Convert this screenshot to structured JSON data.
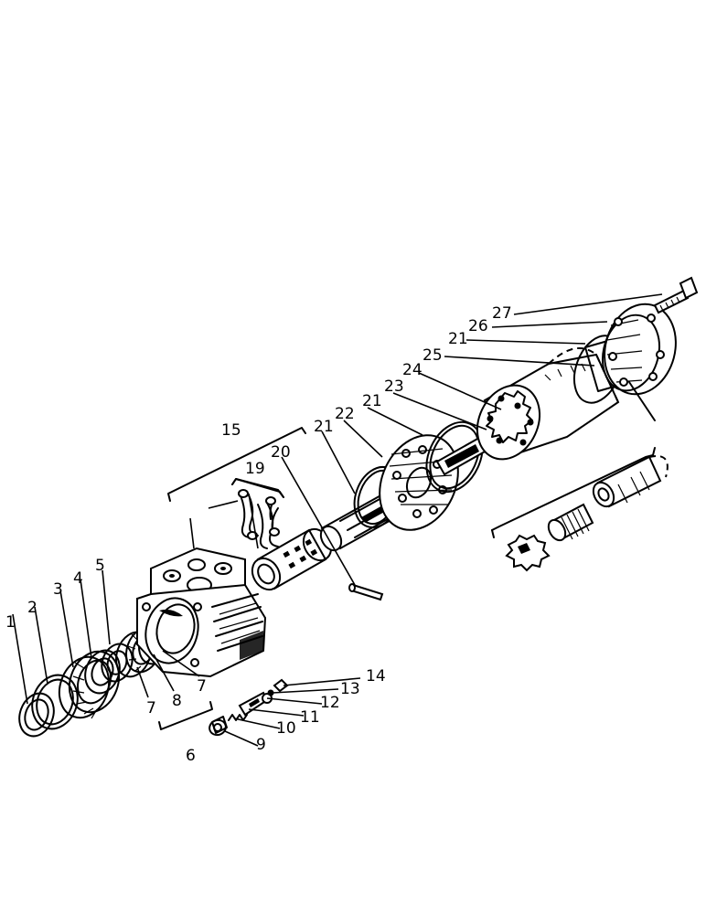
{
  "callouts": {
    "c1": "1",
    "c2": "2",
    "c3": "3",
    "c4": "4",
    "c5": "5",
    "c6": "6",
    "c7a": "7",
    "c7b": "7",
    "c8": "8",
    "c9": "9",
    "c10": "10",
    "c11": "11",
    "c12": "12",
    "c13": "13",
    "c14": "14",
    "c15": "15",
    "c19": "19",
    "c20": "20",
    "c21a": "21",
    "c21b": "21",
    "c21c": "21",
    "c22": "22",
    "c23": "23",
    "c24": "24",
    "c25": "25",
    "c26": "26",
    "c27": "27"
  }
}
